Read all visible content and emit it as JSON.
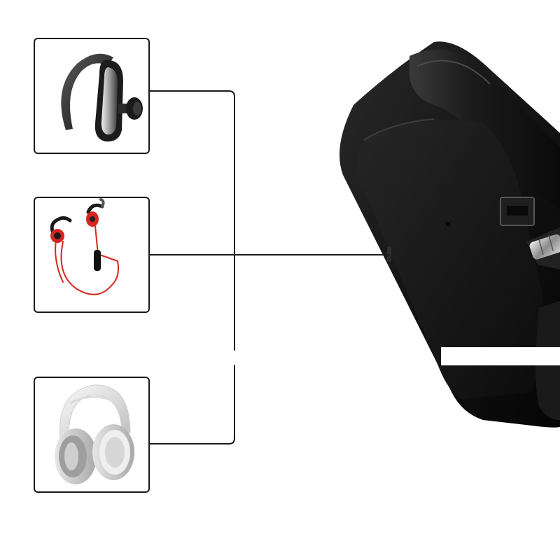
{
  "scene": {
    "background_color": "#ffffff",
    "line_color": "#1a1a1a",
    "device_color": "#111111"
  },
  "cards": [
    {
      "name": "ear-hook-headset",
      "icon": "ear-hook-headset-icon"
    },
    {
      "name": "sport-earphones",
      "icon": "neckband-earphones-icon",
      "accent_color": "#d7261e"
    },
    {
      "name": "over-ear-headphones",
      "icon": "over-ear-headphones-icon",
      "accent_color": "#d9d9d9"
    }
  ],
  "device": {
    "name": "bluetooth-audio-adapter",
    "icon": "audio-adapter-icon"
  }
}
